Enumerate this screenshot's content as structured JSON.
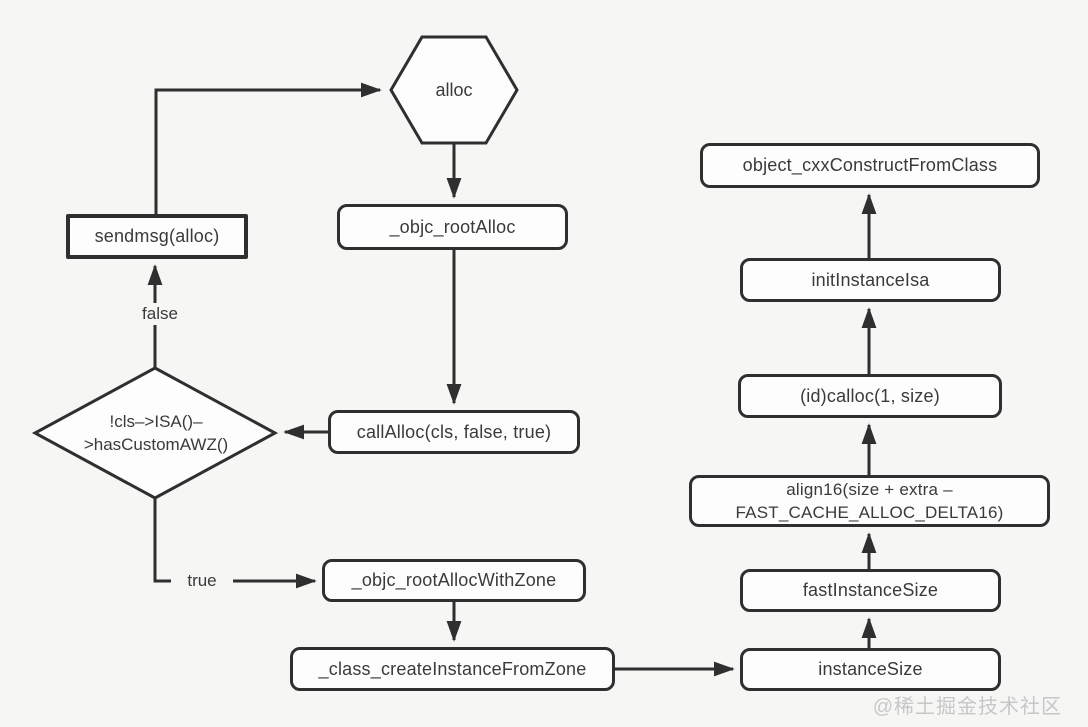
{
  "diagram": {
    "title_hint": "objc alloc flow",
    "colors": {
      "background": "#f6f6f5",
      "node_fill": "#fdfdfd",
      "stroke": "#2f2f2f",
      "text": "#3a3a3a",
      "watermark": "#c7c7c7"
    },
    "nodes": {
      "alloc": {
        "label": "alloc",
        "shape": "hexagon"
      },
      "objc_root_alloc": {
        "label": "_objc_rootAlloc",
        "shape": "rounded-rect"
      },
      "sendmsg": {
        "label": "sendmsg(alloc)",
        "shape": "rect"
      },
      "has_custom_awz": {
        "label": "!cls–>ISA()–\n>hasCustomAWZ()",
        "shape": "diamond"
      },
      "call_alloc": {
        "label": "callAlloc(cls, false, true)",
        "shape": "rounded-rect"
      },
      "objc_root_alloc_with_zone": {
        "label": "_objc_rootAllocWithZone",
        "shape": "rounded-rect"
      },
      "class_create_instance_from_zone": {
        "label": "_class_createInstanceFromZone",
        "shape": "rounded-rect"
      },
      "instance_size": {
        "label": "instanceSize",
        "shape": "rounded-rect"
      },
      "fast_instance_size": {
        "label": "fastInstanceSize",
        "shape": "rounded-rect"
      },
      "align16": {
        "label": "align16(size + extra –\nFAST_CACHE_ALLOC_DELTA16)",
        "shape": "rounded-rect"
      },
      "id_calloc": {
        "label": "(id)calloc(1, size)",
        "shape": "rounded-rect"
      },
      "init_instance_isa": {
        "label": "initInstanceIsa",
        "shape": "rounded-rect"
      },
      "object_cxx_construct_from_class": {
        "label": "object_cxxConstructFromClass",
        "shape": "rounded-rect"
      }
    },
    "edge_labels": {
      "false_branch": "false",
      "true_branch": "true"
    },
    "edges": [
      "sendmsg -> alloc",
      "alloc -> _objc_rootAlloc",
      "_objc_rootAlloc -> callAlloc(cls, false, true)",
      "callAlloc(cls, false, true) -> !cls->ISA()->hasCustomAWZ()",
      "!cls->ISA()->hasCustomAWZ() -false-> sendmsg(alloc)",
      "!cls->ISA()->hasCustomAWZ() -true-> _objc_rootAllocWithZone",
      "_objc_rootAllocWithZone -> _class_createInstanceFromZone",
      "_class_createInstanceFromZone -> instanceSize",
      "instanceSize -> fastInstanceSize",
      "fastInstanceSize -> align16(size + extra - FAST_CACHE_ALLOC_DELTA16)",
      "align16(size + extra - FAST_CACHE_ALLOC_DELTA16) -> (id)calloc(1, size)",
      "(id)calloc(1, size) -> initInstanceIsa",
      "initInstanceIsa -> object_cxxConstructFromClass"
    ],
    "watermark": "@稀土掘金技术社区"
  }
}
